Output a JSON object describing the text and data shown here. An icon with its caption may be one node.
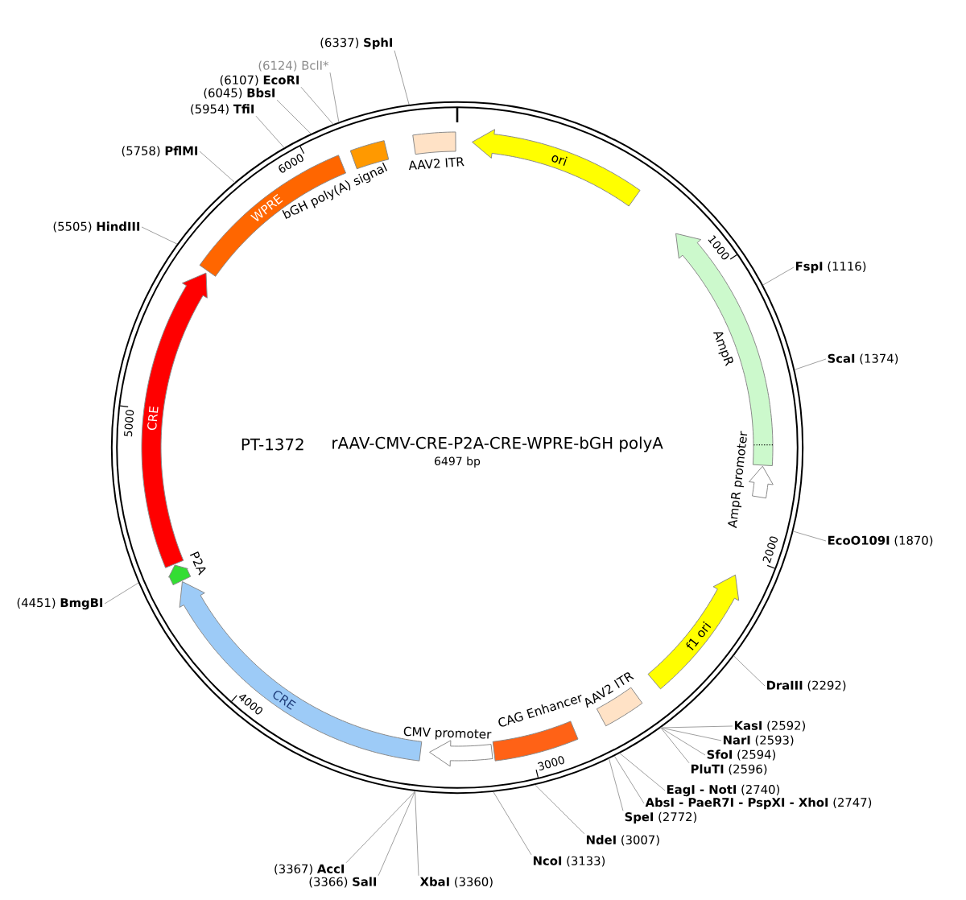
{
  "diagram": {
    "nodes": [
      {
        "text": [],
        "shape": "circle"
      },
      {
        "text": [
          "ori"
        ],
        "in": 0
      },
      {
        "text": [
          "AmpR"
        ],
        "in": 0
      },
      {
        "text": [
          "AmpR promoter"
        ],
        "in": 0
      },
      {
        "text": [
          "f1 ori"
        ],
        "in": 0
      },
      {
        "text": [
          "AAV2 ITR"
        ],
        "in": 0
      },
      {
        "text": [
          "CAG Enhancer"
        ],
        "in": 0
      },
      {
        "text": [
          "CMV promoter"
        ],
        "in": 0
      },
      {
        "text": [
          "CRE"
        ],
        "in": 0
      },
      {
        "text": [
          "P2A"
        ],
        "in": 0
      },
      {
        "text": [
          "CRE"
        ],
        "in": 0
      },
      {
        "text": [
          "WPRE"
        ],
        "in": 0
      },
      {
        "text": [
          "bGH poly(A) signal"
        ],
        "in": 0
      },
      {
        "text": [
          "AAV2 ITR"
        ],
        "in": 0
      },
      {
        "text": [
          "**FspI** (1116)"
        ]
      },
      {
        "text": [
          "**ScaI** (1374)"
        ]
      },
      {
        "text": [
          "**EcoO109I** (1870)"
        ]
      },
      {
        "text": [
          "**DraIII** (2292)"
        ]
      },
      {
        "text": [
          "**KasI** (2592)"
        ]
      },
      {
        "text": [
          "**NarI** (2593)"
        ]
      },
      {
        "text": [
          "**SfoI** (2594)"
        ]
      },
      {
        "text": [
          "**PluTI** (2596)"
        ]
      },
      {
        "text": [
          "**EagI - NotI** (2740)"
        ]
      },
      {
        "text": [
          "**AbsI - PaeR7I - PspXI - XhoI** (2747)"
        ]
      },
      {
        "text": [
          "**SpeI** (2772)"
        ]
      },
      {
        "text": [
          "**NdeI** (3007)"
        ]
      },
      {
        "text": [
          "**NcoI** (3133)"
        ]
      },
      {
        "text": [
          "**XbaI** (3360)"
        ]
      },
      {
        "text": [
          "(3366) **SalI**"
        ]
      },
      {
        "text": [
          "(3367) **AccI**"
        ]
      },
      {
        "text": [
          "(4451) **BmgBI**"
        ]
      },
      {
        "text": [
          "(5505) **HindIII**"
        ]
      },
      {
        "text": [
          "(5758) **PflMI**"
        ]
      },
      {
        "text": [
          "(5954) **TfiI**"
        ]
      },
      {
        "text": [
          "(6045) **BbsI**"
        ]
      },
      {
        "text": [
          "(6107) **EcoRI**"
        ]
      },
      {
        "text": [
          "(6124) BclI*"
        ]
      },
      {
        "text": [
          "(6337) **SphI**"
        ]
      }
    ],
    "edges": [
      {
        "from": 14,
        "to": 0,
        "arrow": "none"
      },
      {
        "from": 15,
        "to": 0,
        "arrow": "none"
      },
      {
        "from": 16,
        "to": 0,
        "arrow": "none"
      },
      {
        "from": 17,
        "to": 0,
        "arrow": "none"
      },
      {
        "from": 18,
        "to": 0,
        "arrow": "none"
      },
      {
        "from": 19,
        "to": 0,
        "arrow": "none"
      },
      {
        "from": 20,
        "to": 0,
        "arrow": "none"
      },
      {
        "from": 21,
        "to": 0,
        "arrow": "none"
      },
      {
        "from": 22,
        "to": 0,
        "arrow": "none"
      },
      {
        "from": 23,
        "to": 0,
        "arrow": "none"
      },
      {
        "from": 24,
        "to": 0,
        "arrow": "none"
      },
      {
        "from": 25,
        "to": 0,
        "arrow": "none"
      },
      {
        "from": 26,
        "to": 0,
        "arrow": "none"
      },
      {
        "from": 27,
        "to": 0,
        "arrow": "none"
      },
      {
        "from": 28,
        "to": 0,
        "arrow": "none"
      },
      {
        "from": 29,
        "to": 0,
        "arrow": "none"
      },
      {
        "from": 30,
        "to": 0,
        "arrow": "none"
      },
      {
        "from": 31,
        "to": 0,
        "arrow": "none"
      },
      {
        "from": 32,
        "to": 0,
        "arrow": "none"
      },
      {
        "from": 33,
        "to": 0,
        "arrow": "none"
      },
      {
        "from": 34,
        "to": 0,
        "arrow": "none"
      },
      {
        "from": 35,
        "to": 0,
        "arrow": "none"
      },
      {
        "from": 36,
        "to": 0,
        "arrow": "none"
      },
      {
        "from": 37,
        "to": 0,
        "arrow": "none"
      }
    ],
    "labels": [
      "PT-1372",
      "rAAV-CMV-CRE-P2A-CRE-WPRE-bGH polyA",
      "6497 bp",
      "1000",
      "2000",
      "3000",
      "4000",
      "5000",
      "6000"
    ]
  }
}
